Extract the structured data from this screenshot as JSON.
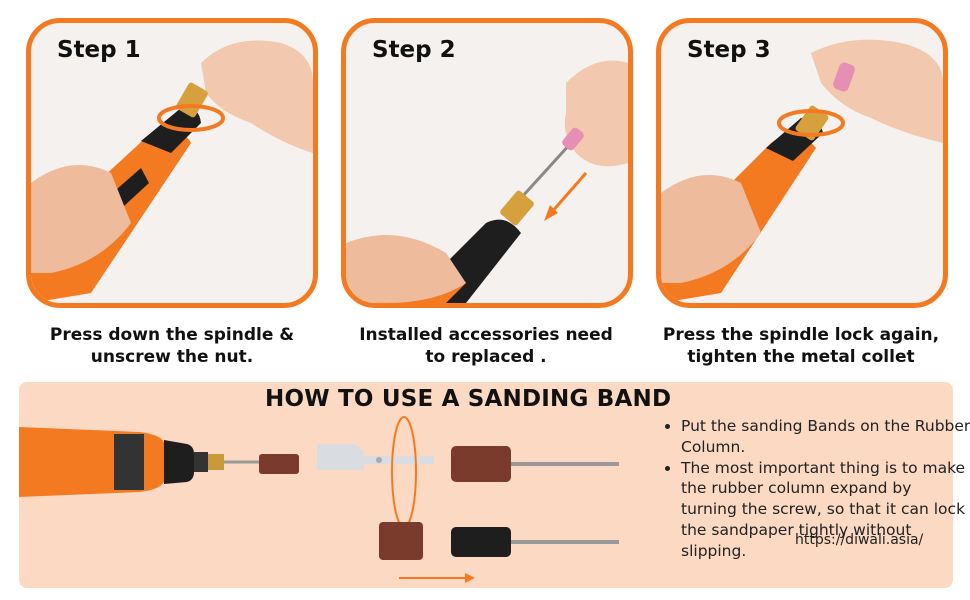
{
  "steps": [
    {
      "title": "Step 1",
      "caption_line1": "Press down the spindle &",
      "caption_line2": "unscrew the nut."
    },
    {
      "title": "Step 2",
      "caption_line1": "Installed accessories need",
      "caption_line2": "to replaced ."
    },
    {
      "title": "Step 3",
      "caption_line1": "Press the spindle lock again,",
      "caption_line2": "tighten the metal collet"
    }
  ],
  "panel": {
    "title": "HOW TO USE A SANDING BAND",
    "bullets": [
      "Put the sanding Bands on the Rubber Column.",
      "The most important thing is to make the rubber column expand by turning the screw, so that it can lock the sandpaper tightly without slipping."
    ],
    "watermark": "https://diwali.asia/"
  },
  "colors": {
    "accent": "#f47a21",
    "panel_bg": "#fbd9c3",
    "tool_black": "#1e1e1e"
  }
}
